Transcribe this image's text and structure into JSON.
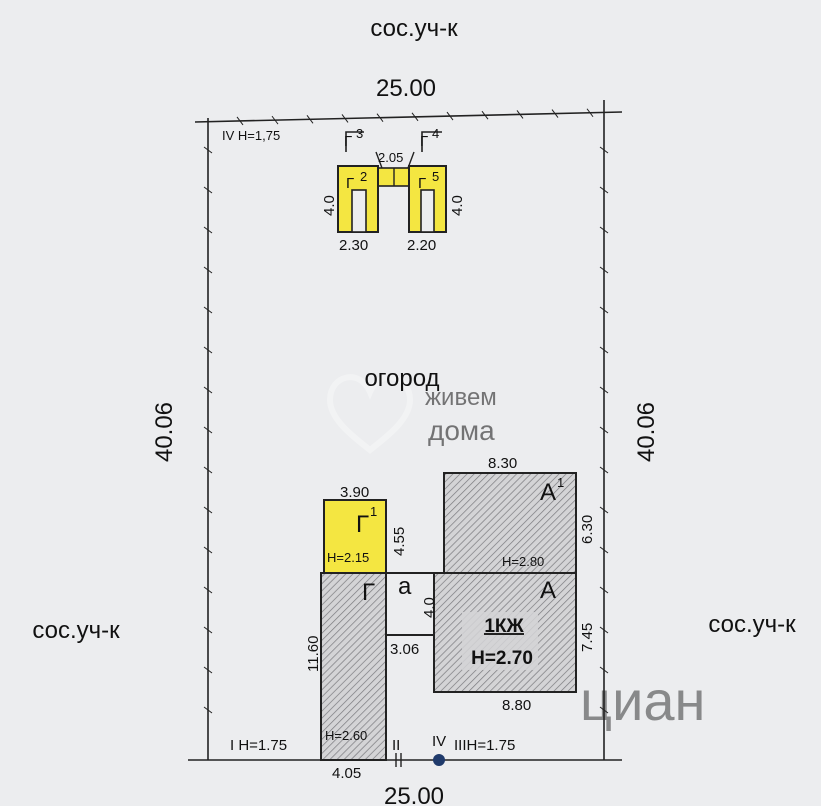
{
  "labels": {
    "top_neighbor": "сос.уч-к",
    "left_neighbor": "сос.уч-к",
    "right_neighbor": "сос.уч-к",
    "top_width": "25.00",
    "bottom_width": "25.00",
    "left_height": "40.06",
    "right_height": "40.06",
    "garden": "огород",
    "watermark_line1": "живем",
    "watermark_line2": "дома",
    "watermark_bottom": "циан"
  },
  "outbuildings": {
    "point_iv_top": "IV H=1,75",
    "g2_label": "Г",
    "g2_sup": "2",
    "g3_label": "Г",
    "g3_sup": "3",
    "g4_label": "Г",
    "g4_sup": "4",
    "g5_label": "Г",
    "g5_sup": "5",
    "gap_width": "2.05",
    "g2_height": "4.0",
    "g5_height": "4.0",
    "g2_width": "2.30",
    "g5_width": "2.20"
  },
  "g1": {
    "label": "Г",
    "sup": "1",
    "width": "3.90",
    "depth": "4.55",
    "height_mark": "H=2.15"
  },
  "a1": {
    "label": "А",
    "sup": "1",
    "width": "8.30",
    "depth": "6.30",
    "height_mark": "H=2.80"
  },
  "house": {
    "label": "А",
    "name": "1КЖ",
    "height_mark": "H=2.70",
    "depth": "7.45",
    "width": "8.80"
  },
  "g_building": {
    "label": "Г",
    "length": "11.60",
    "width": "4.05",
    "height_mark": "H=2.60"
  },
  "porch": {
    "label": "а",
    "depth": "4.0",
    "width": "3.06"
  },
  "bottom_points": {
    "i": "I H=1.75",
    "ii": "II",
    "iv": "IV",
    "iii": "IIIH=1.75"
  }
}
